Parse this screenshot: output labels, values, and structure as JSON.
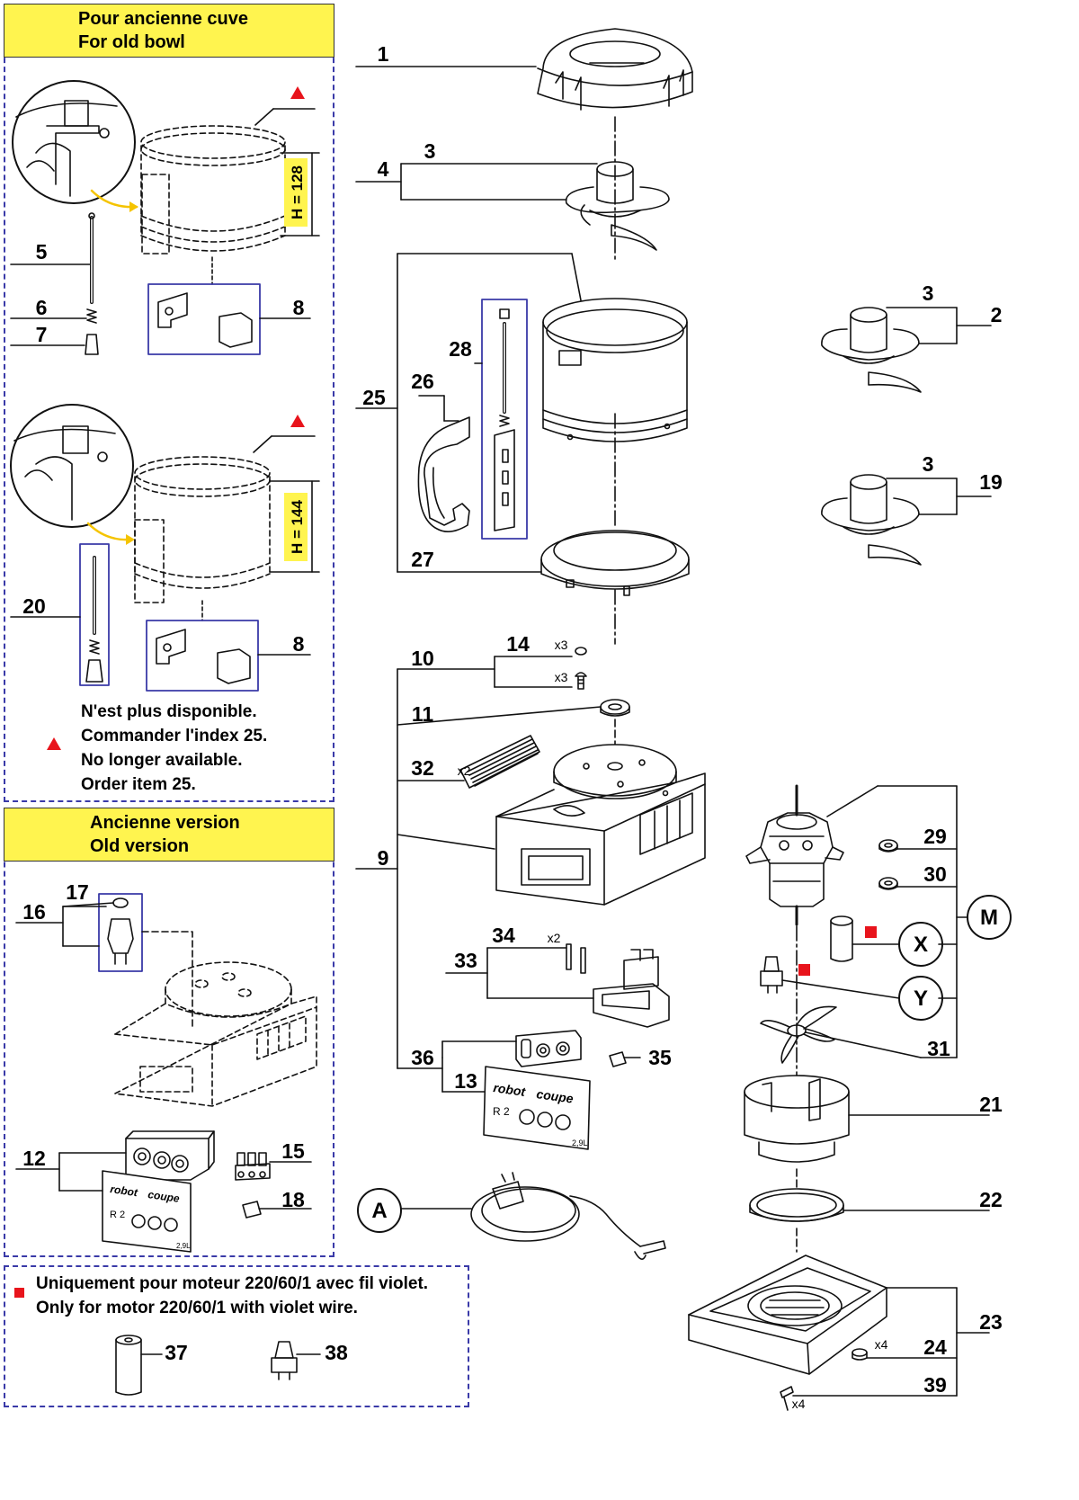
{
  "old_bowl": {
    "title_fr": "Pour ancienne cuve",
    "title_en": "For old bowl",
    "h1": "H = 128",
    "h2": "H = 144"
  },
  "unavailable_note": {
    "line1": "N'est plus disponible.",
    "line2": "Commander l'index 25.",
    "line3": "No longer available.",
    "line4": "Order item 25."
  },
  "old_version": {
    "title_fr": "Ancienne version",
    "title_en": "Old version"
  },
  "motor_note": {
    "fr": "Uniquement pour moteur 220/60/1 avec fil violet.",
    "en": "Only for motor 220/60/1 with violet wire."
  },
  "callouts": {
    "n1": "1",
    "n2": "2",
    "n3a": "3",
    "n3b": "3",
    "n3c": "3",
    "n4": "4",
    "n5": "5",
    "n6": "6",
    "n7": "7",
    "n8a": "8",
    "n8b": "8",
    "n9": "9",
    "n10": "10",
    "n11": "11",
    "n12": "12",
    "n13": "13",
    "n14": "14",
    "n15": "15",
    "n16": "16",
    "n17": "17",
    "n18": "18",
    "n19": "19",
    "n20": "20",
    "n21": "21",
    "n22": "22",
    "n23": "23",
    "n24": "24",
    "n25": "25",
    "n26": "26",
    "n27": "27",
    "n28": "28",
    "n29": "29",
    "n30": "30",
    "n31": "31",
    "n32": "32",
    "n33": "33",
    "n34": "34",
    "n35": "35",
    "n36": "36",
    "n37": "37",
    "n38": "38",
    "n39": "39"
  },
  "circles": {
    "A": "A",
    "M": "M",
    "X": "X",
    "Y": "Y"
  },
  "quantities": {
    "x3a": "x3",
    "x3b": "x3",
    "x2a": "x2",
    "x2b": "x2",
    "x4a": "x4",
    "x4b": "x4"
  },
  "brand": {
    "name_left": "robot",
    "name_right": "coupe",
    "model": "R 2",
    "capacity": "2,9L"
  },
  "colors": {
    "panel_border": "#3a3aa8",
    "header_fill": "#fff44f",
    "marker_red": "#e8141c",
    "callout_arrow": "#f5c400"
  }
}
